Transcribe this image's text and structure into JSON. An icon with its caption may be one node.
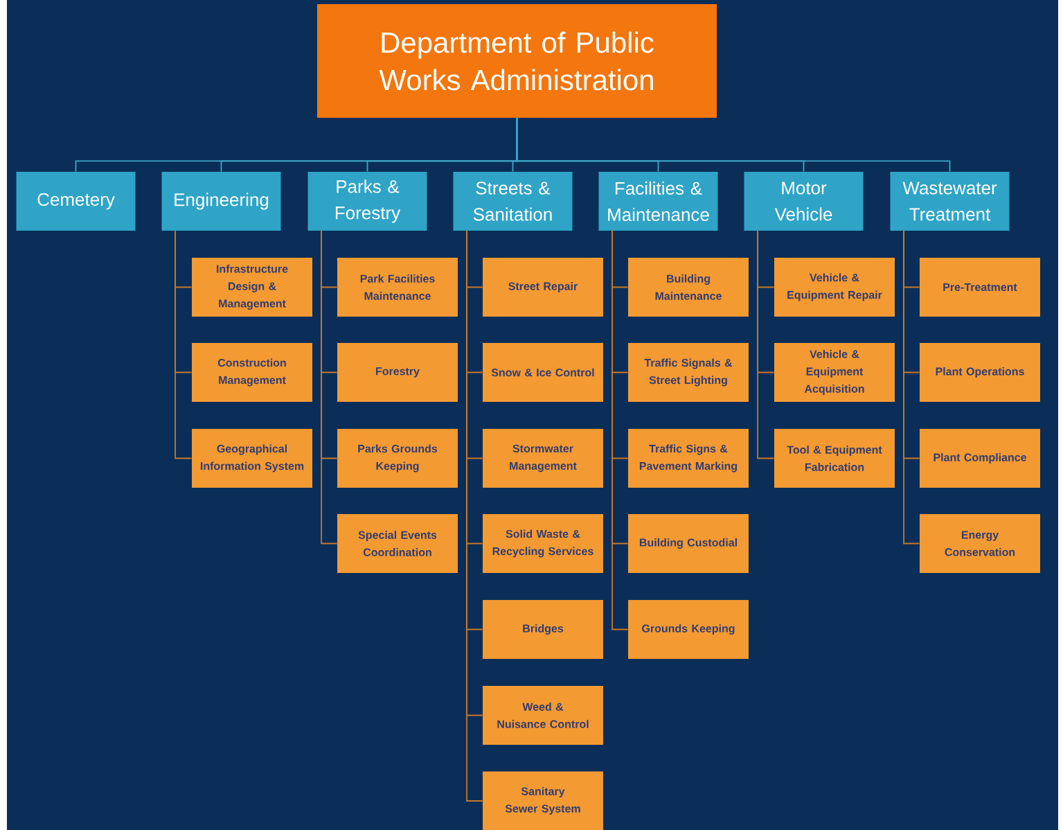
{
  "diagram": {
    "nodes": [
      {
        "text": [
          "Department of Public Works Administration"
        ]
      },
      {
        "text": [
          "Cemetery"
        ]
      },
      {
        "text": [
          "Engineering"
        ]
      },
      {
        "text": [
          "Parks & Forestry"
        ]
      },
      {
        "text": [
          "Streets & Sanitation"
        ]
      },
      {
        "text": [
          "Facilities & Maintenance"
        ]
      },
      {
        "text": [
          "Motor Vehicle"
        ]
      },
      {
        "text": [
          "Wastewater Treatment"
        ]
      },
      {
        "text": [
          "Infrastructure Design & Management"
        ]
      },
      {
        "text": [
          "Construction Management"
        ]
      },
      {
        "text": [
          "Geographical Information System"
        ]
      },
      {
        "text": [
          "Park Facilities Maintenance"
        ]
      },
      {
        "text": [
          "Forestry"
        ]
      },
      {
        "text": [
          "Parks Grounds Keeping"
        ]
      },
      {
        "text": [
          "Special Events Coordination"
        ]
      },
      {
        "text": [
          "Street Repair"
        ]
      },
      {
        "text": [
          "Snow & Ice Control"
        ]
      },
      {
        "text": [
          "Stormwater Management"
        ]
      },
      {
        "text": [
          "Solid Waste & Recycling Services"
        ]
      },
      {
        "text": [
          "Bridges"
        ]
      },
      {
        "text": [
          "Weed & Nuisance Control"
        ]
      },
      {
        "text": [
          "Sanitary Sewer System"
        ]
      },
      {
        "text": [
          "Building Maintenance"
        ]
      },
      {
        "text": [
          "Traffic Signals & Street Lighting"
        ]
      },
      {
        "text": [
          "Traffic Signs & Pavement Marking"
        ]
      },
      {
        "text": [
          "Building Custodial"
        ]
      },
      {
        "text": [
          "Grounds Keeping"
        ]
      },
      {
        "text": [
          "Vehicle & Equipment Repair"
        ]
      },
      {
        "text": [
          "Vehicle & Equipment Acquisition"
        ]
      },
      {
        "text": [
          "Tool & Equipment Fabrication"
        ]
      },
      {
        "text": [
          "Pre-Treatment"
        ]
      },
      {
        "text": [
          "Plant Operations"
        ]
      },
      {
        "text": [
          "Plant Compliance"
        ]
      },
      {
        "text": [
          "Energy Conservation"
        ]
      }
    ],
    "edges": [
      {
        "from": 0,
        "to": 1,
        "arrow": "none",
        "color": "#3aa6c8"
      },
      {
        "from": 0,
        "to": 2,
        "arrow": "none",
        "color": "#3aa6c8"
      },
      {
        "from": 0,
        "to": 3,
        "arrow": "none",
        "color": "#3aa6c8"
      },
      {
        "from": 0,
        "to": 4,
        "arrow": "none",
        "color": "#3aa6c8"
      },
      {
        "from": 0,
        "to": 5,
        "arrow": "none",
        "color": "#3aa6c8"
      },
      {
        "from": 0,
        "to": 6,
        "arrow": "none",
        "color": "#3aa6c8"
      },
      {
        "from": 0,
        "to": 7,
        "arrow": "none",
        "color": "#3aa6c8"
      },
      {
        "from": 2,
        "to": 8,
        "arrow": "none"
      },
      {
        "from": 2,
        "to": 9,
        "arrow": "none"
      },
      {
        "from": 2,
        "to": 10,
        "arrow": "none"
      },
      {
        "from": 3,
        "to": 11,
        "arrow": "none"
      },
      {
        "from": 3,
        "to": 12,
        "arrow": "none"
      },
      {
        "from": 3,
        "to": 13,
        "arrow": "none"
      },
      {
        "from": 3,
        "to": 14,
        "arrow": "none"
      },
      {
        "from": 4,
        "to": 15,
        "arrow": "none"
      },
      {
        "from": 4,
        "to": 16,
        "arrow": "none"
      },
      {
        "from": 4,
        "to": 17,
        "arrow": "none"
      },
      {
        "from": 4,
        "to": 18,
        "arrow": "none"
      },
      {
        "from": 4,
        "to": 19,
        "arrow": "none"
      },
      {
        "from": 4,
        "to": 20,
        "arrow": "none"
      },
      {
        "from": 4,
        "to": 21,
        "arrow": "none"
      },
      {
        "from": 5,
        "to": 22,
        "arrow": "none"
      },
      {
        "from": 5,
        "to": 23,
        "arrow": "none"
      },
      {
        "from": 5,
        "to": 24,
        "arrow": "none"
      },
      {
        "from": 5,
        "to": 25,
        "arrow": "none"
      },
      {
        "from": 5,
        "to": 26,
        "arrow": "none"
      },
      {
        "from": 6,
        "to": 27,
        "arrow": "none"
      },
      {
        "from": 6,
        "to": 28,
        "arrow": "none"
      },
      {
        "from": 6,
        "to": 29,
        "arrow": "none"
      },
      {
        "from": 7,
        "to": 30,
        "arrow": "none"
      },
      {
        "from": 7,
        "to": 31,
        "arrow": "none"
      },
      {
        "from": 7,
        "to": 32,
        "arrow": "none"
      },
      {
        "from": 7,
        "to": 33,
        "arrow": "none"
      }
    ]
  }
}
